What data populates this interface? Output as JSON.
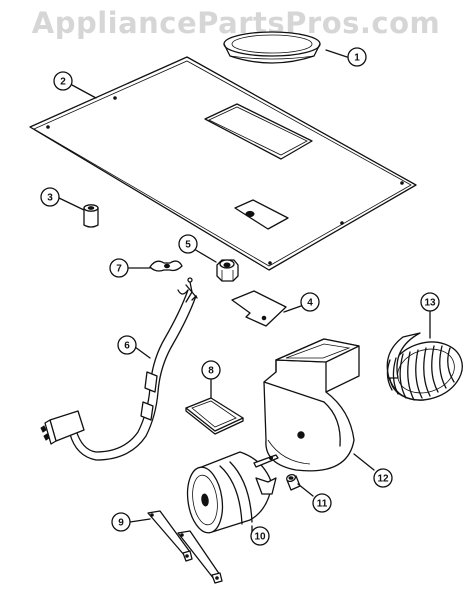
{
  "watermark": "AppliancePartsPros.com",
  "callouts": [
    "1",
    "2",
    "3",
    "4",
    "5",
    "6",
    "7",
    "8",
    "9",
    "10",
    "11",
    "12",
    "13"
  ]
}
